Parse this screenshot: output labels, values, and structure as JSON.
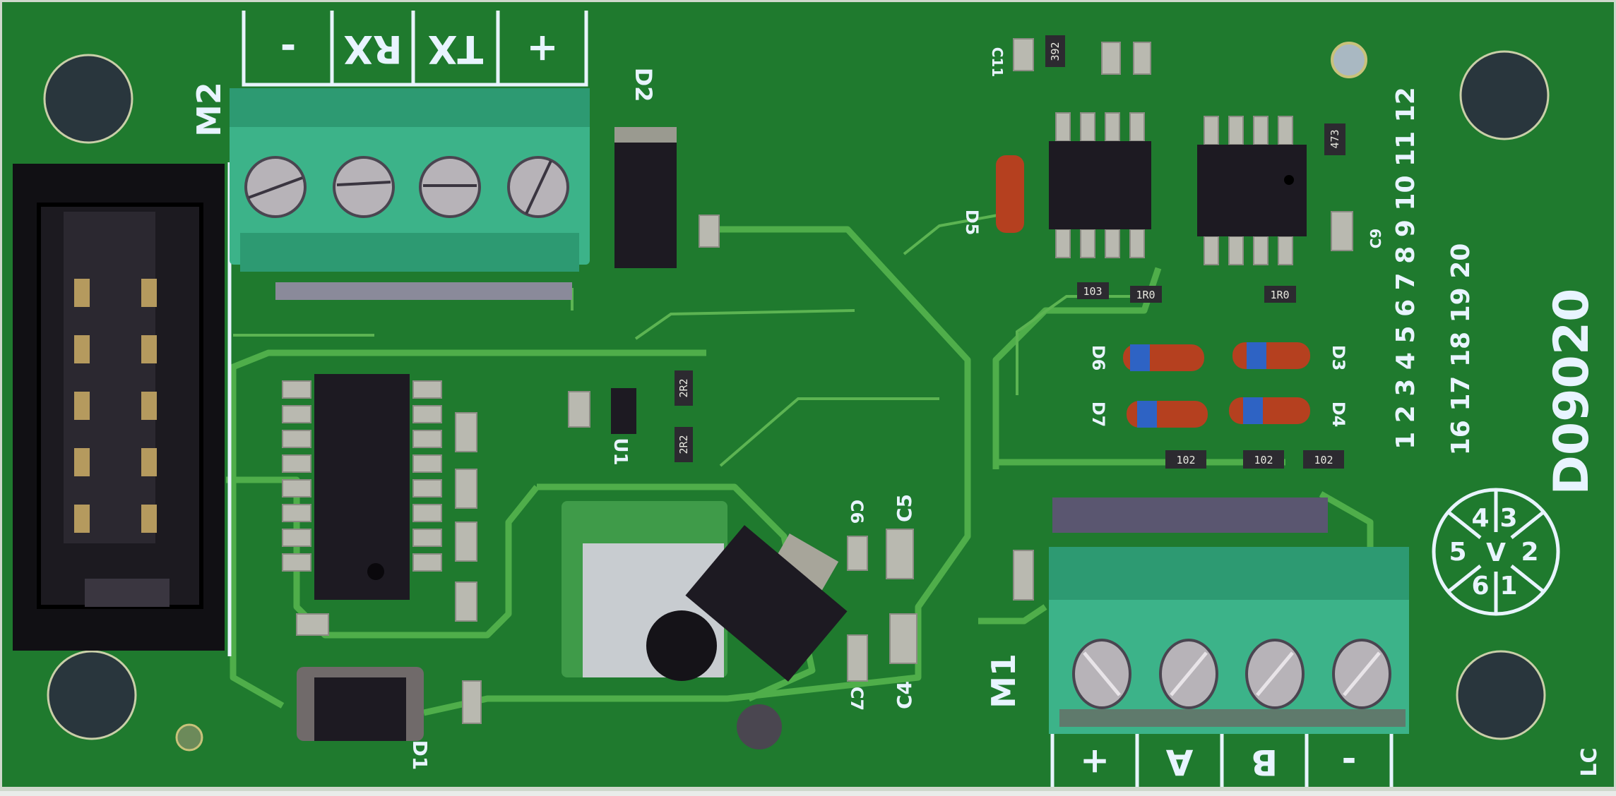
{
  "board": {
    "id": "D09020",
    "maker_mark": "LC",
    "colors": {
      "solder_mask": "#1f7a2e",
      "silkscreen": "#e8f4ff",
      "terminal_block": "#3cb389",
      "mounting_hole": "#29363d"
    }
  },
  "connectors": {
    "m2": {
      "label": "M2",
      "pins": [
        "-",
        "RX",
        "TX",
        "+"
      ]
    },
    "m1": {
      "label": "M1",
      "pins": [
        "+",
        "A",
        "B",
        "-"
      ]
    }
  },
  "components": {
    "d1": "D1",
    "d2": "D2",
    "d3": "D3",
    "d4": "D4",
    "d5": "D5",
    "d6": "D6",
    "d7": "D7",
    "u1": "U1",
    "c4": "C4",
    "c5": "C5",
    "c6": "C6",
    "c7": "C7",
    "c9": "C9",
    "c11": "C11"
  },
  "resistor_codes": [
    "392",
    "473",
    "103",
    "1R0",
    "1R0",
    "102",
    "102",
    "102",
    "2R2",
    "2R2"
  ],
  "position_numbers": {
    "row1": "1 2 3 4 5 6 7 8 9 10 11 12",
    "row2": "16 17 18 19 20"
  },
  "dial": {
    "center": "V",
    "numbers": [
      "1",
      "2",
      "3",
      "4",
      "5",
      "6"
    ]
  }
}
